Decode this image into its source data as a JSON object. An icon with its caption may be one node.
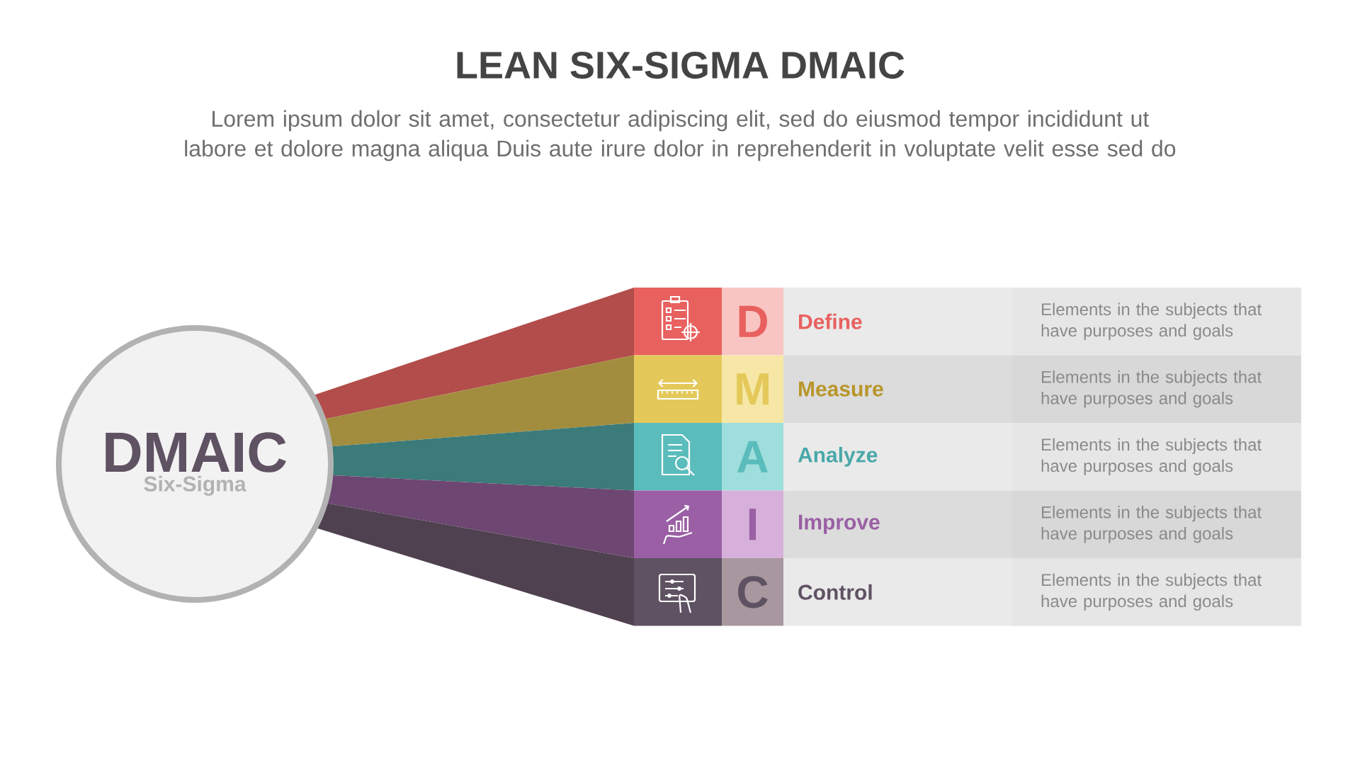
{
  "diagram": {
    "title": "LEAN SIX-SIGMA DMAIC",
    "nodes": [
      {
        "text": [
          "DMAIC",
          "Six-Sigma"
        ]
      },
      {
        "text": [
          "D"
        ]
      },
      {
        "text": [
          "Define"
        ]
      },
      {
        "text": [
          "Elements in the subjects that have purposes and goals"
        ]
      },
      {
        "text": [
          "M"
        ]
      },
      {
        "text": [
          "Measure"
        ]
      },
      {
        "text": [
          "Elements in the subjects that have purposes and goals"
        ]
      },
      {
        "text": [
          "A"
        ]
      },
      {
        "text": [
          "Analyze"
        ]
      },
      {
        "text": [
          "Elements in the subjects that have purposes and goals"
        ]
      },
      {
        "text": [
          "I"
        ]
      },
      {
        "text": [
          "Improve"
        ]
      },
      {
        "text": [
          "Elements in the subjects that have purposes and goals"
        ]
      },
      {
        "text": [
          "C"
        ]
      },
      {
        "text": [
          "Control"
        ]
      },
      {
        "text": [
          "Elements in the subjects that have purposes and goals"
        ]
      }
    ],
    "labels": [
      "Lorem ipsum dolor sit amet, consectetur adipiscing elit, sed do eiusmod tempor incididunt ut labore et dolore magna aliqua Duis aute irure dolor in reprehenderit in voluptate velit esse sed do"
    ]
  }
}
